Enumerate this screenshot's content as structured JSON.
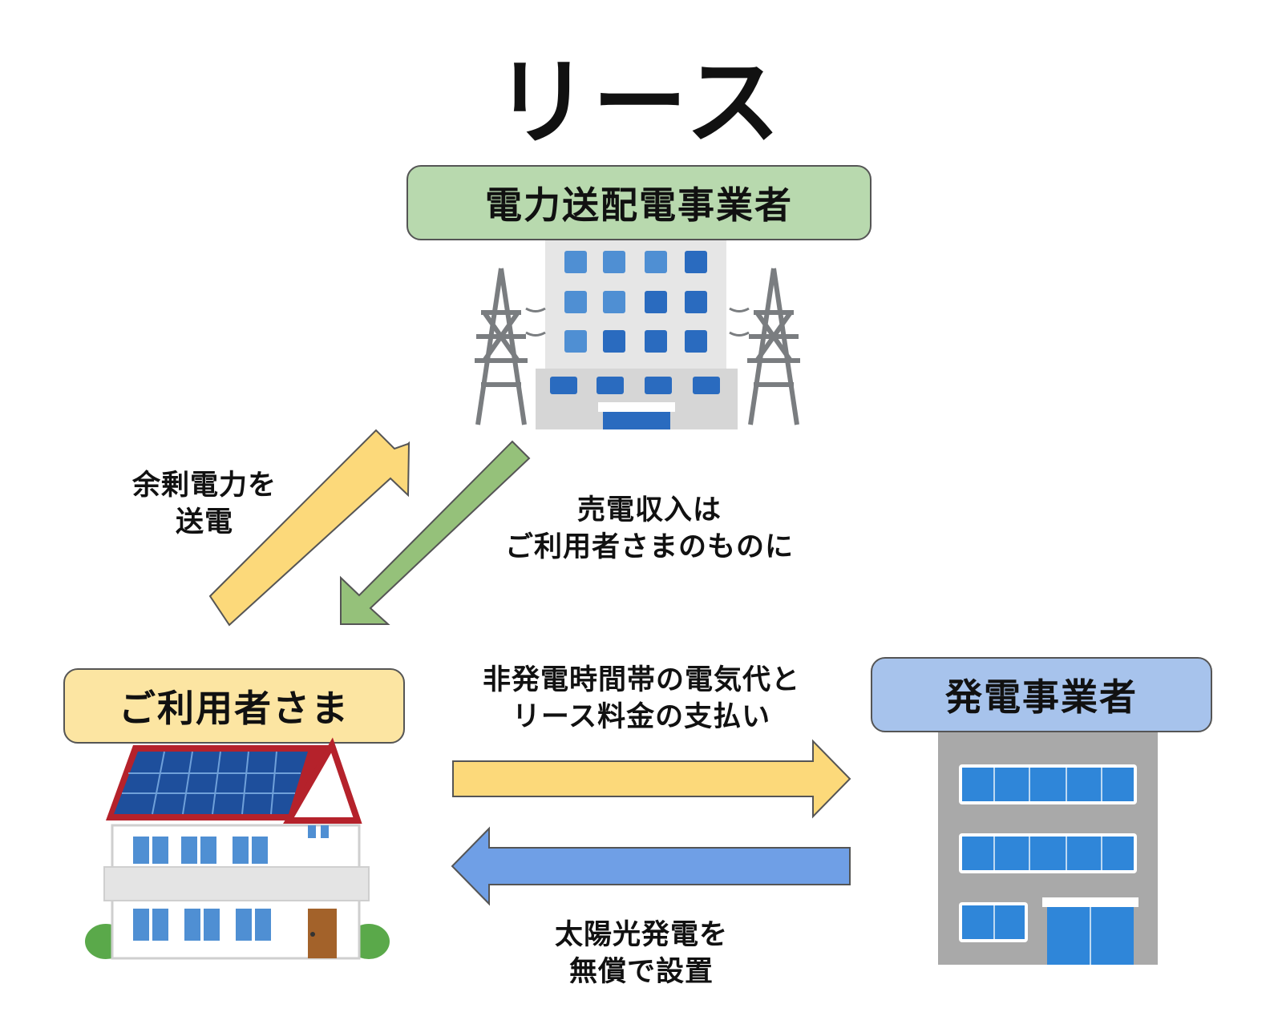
{
  "title": "リース",
  "nodes": {
    "grid_operator": "電力送配電事業者",
    "user": "ご利用者さま",
    "power_company": "発電事業者"
  },
  "flows": {
    "surplus_power_line1": "余剰電力を",
    "surplus_power_line2": "送電",
    "sales_income_line1": "売電収入は",
    "sales_income_line2": "ご利用者さまのものに",
    "payment_line1": "非発電時間帯の電気代と",
    "payment_line2": "リース料金の支払い",
    "installation_line1": "太陽光発電を",
    "installation_line2": "無償で設置"
  },
  "colors": {
    "grid_box": "#b8d9ae",
    "user_box": "#fce5a2",
    "power_box": "#a7c3ec",
    "arrow_yellow": "#fcd97a",
    "arrow_green": "#95c17a",
    "arrow_blue": "#6f9fe6"
  },
  "icons": [
    "power-building-icon",
    "transmission-tower-icon",
    "solar-house-icon",
    "office-building-icon"
  ]
}
